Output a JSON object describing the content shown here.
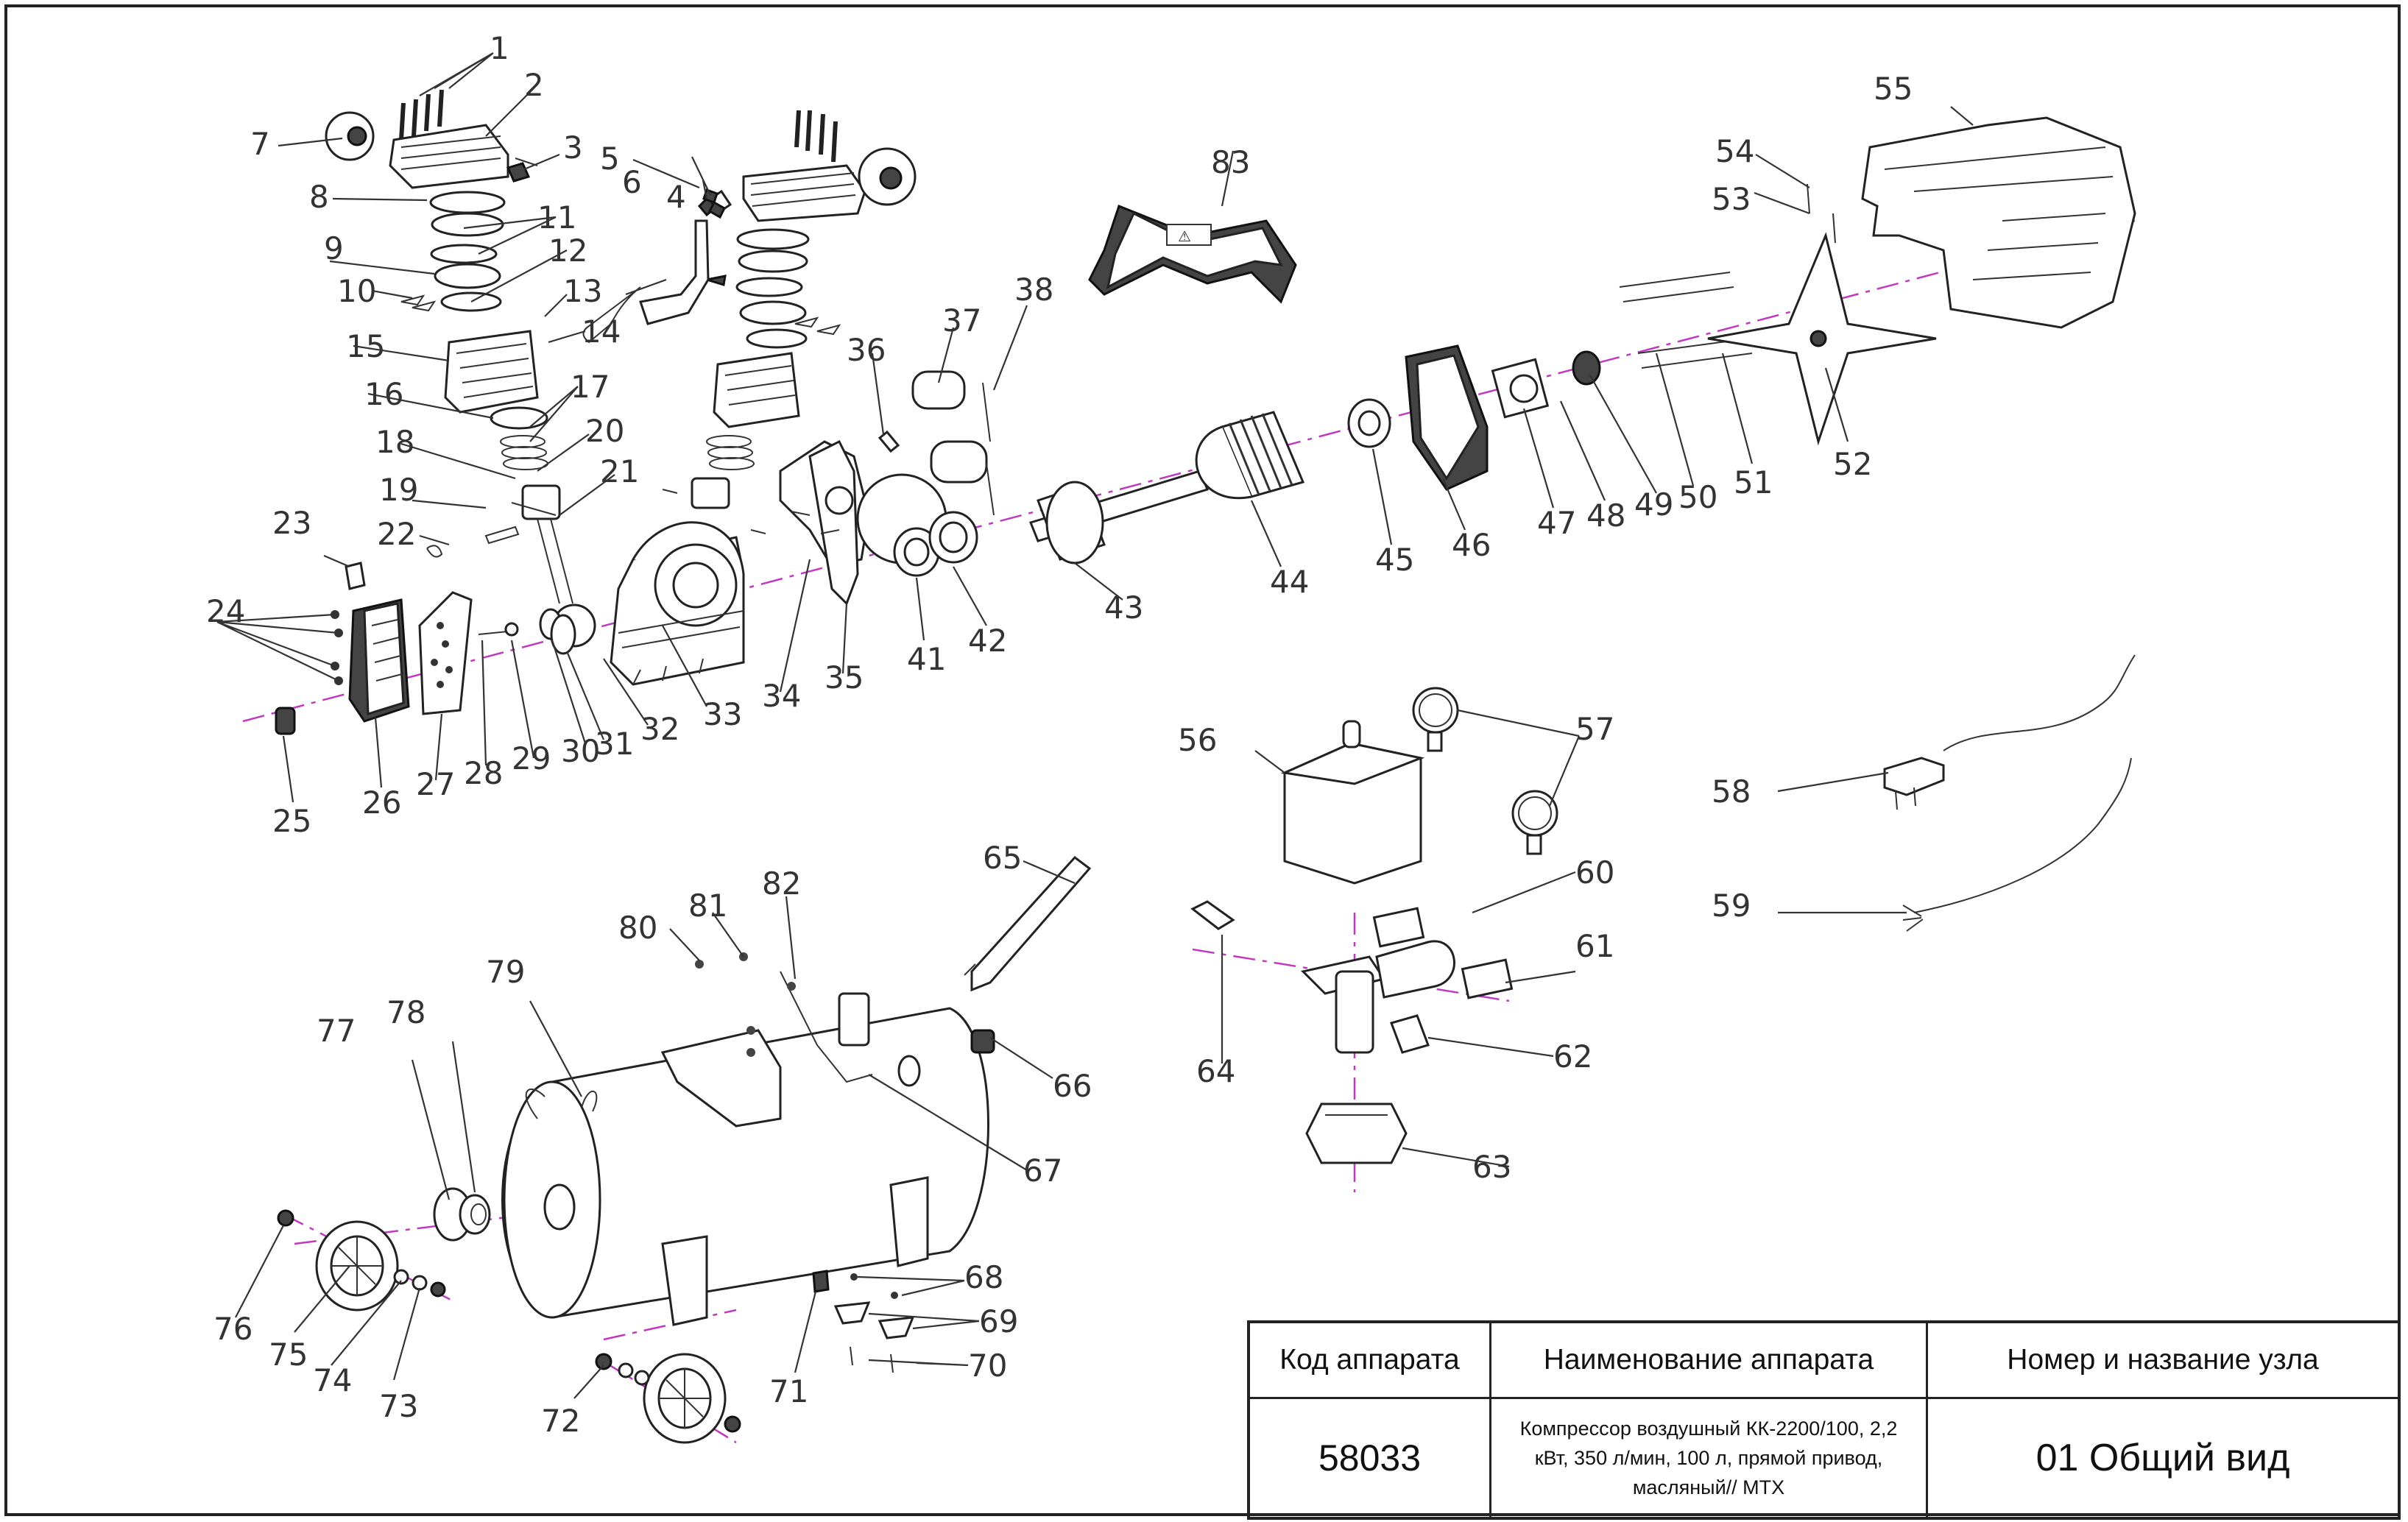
{
  "diagram": {
    "callouts": [
      "1",
      "2",
      "3",
      "4",
      "5",
      "6",
      "7",
      "8",
      "9",
      "10",
      "11",
      "12",
      "13",
      "14",
      "15",
      "16",
      "17",
      "18",
      "19",
      "20",
      "21",
      "22",
      "23",
      "24",
      "25",
      "26",
      "27",
      "28",
      "29",
      "30",
      "31",
      "32",
      "33",
      "34",
      "35",
      "36",
      "37",
      "38",
      "41",
      "42",
      "43",
      "44",
      "45",
      "46",
      "47",
      "48",
      "49",
      "50",
      "51",
      "52",
      "53",
      "54",
      "55",
      "56",
      "57",
      "58",
      "59",
      "60",
      "61",
      "62",
      "63",
      "64",
      "65",
      "66",
      "67",
      "68",
      "69",
      "70",
      "71",
      "72",
      "73",
      "74",
      "75",
      "76",
      "77",
      "78",
      "79",
      "80",
      "81",
      "82",
      "83"
    ],
    "label_text": "⚠"
  },
  "title_block": {
    "headers": {
      "code": "Код аппарата",
      "name": "Наименование аппарата",
      "node": "Номер и название узла"
    },
    "code": "58033",
    "name": "Компрессор воздушный КК-2200/100, 2,2 кВт, 350 л/мин, 100 л, прямой привод, масляный// MTX",
    "node": "01 Общий вид"
  },
  "colors": {
    "axis": "#c03ac0",
    "line": "#222222",
    "background": "#ffffff"
  }
}
